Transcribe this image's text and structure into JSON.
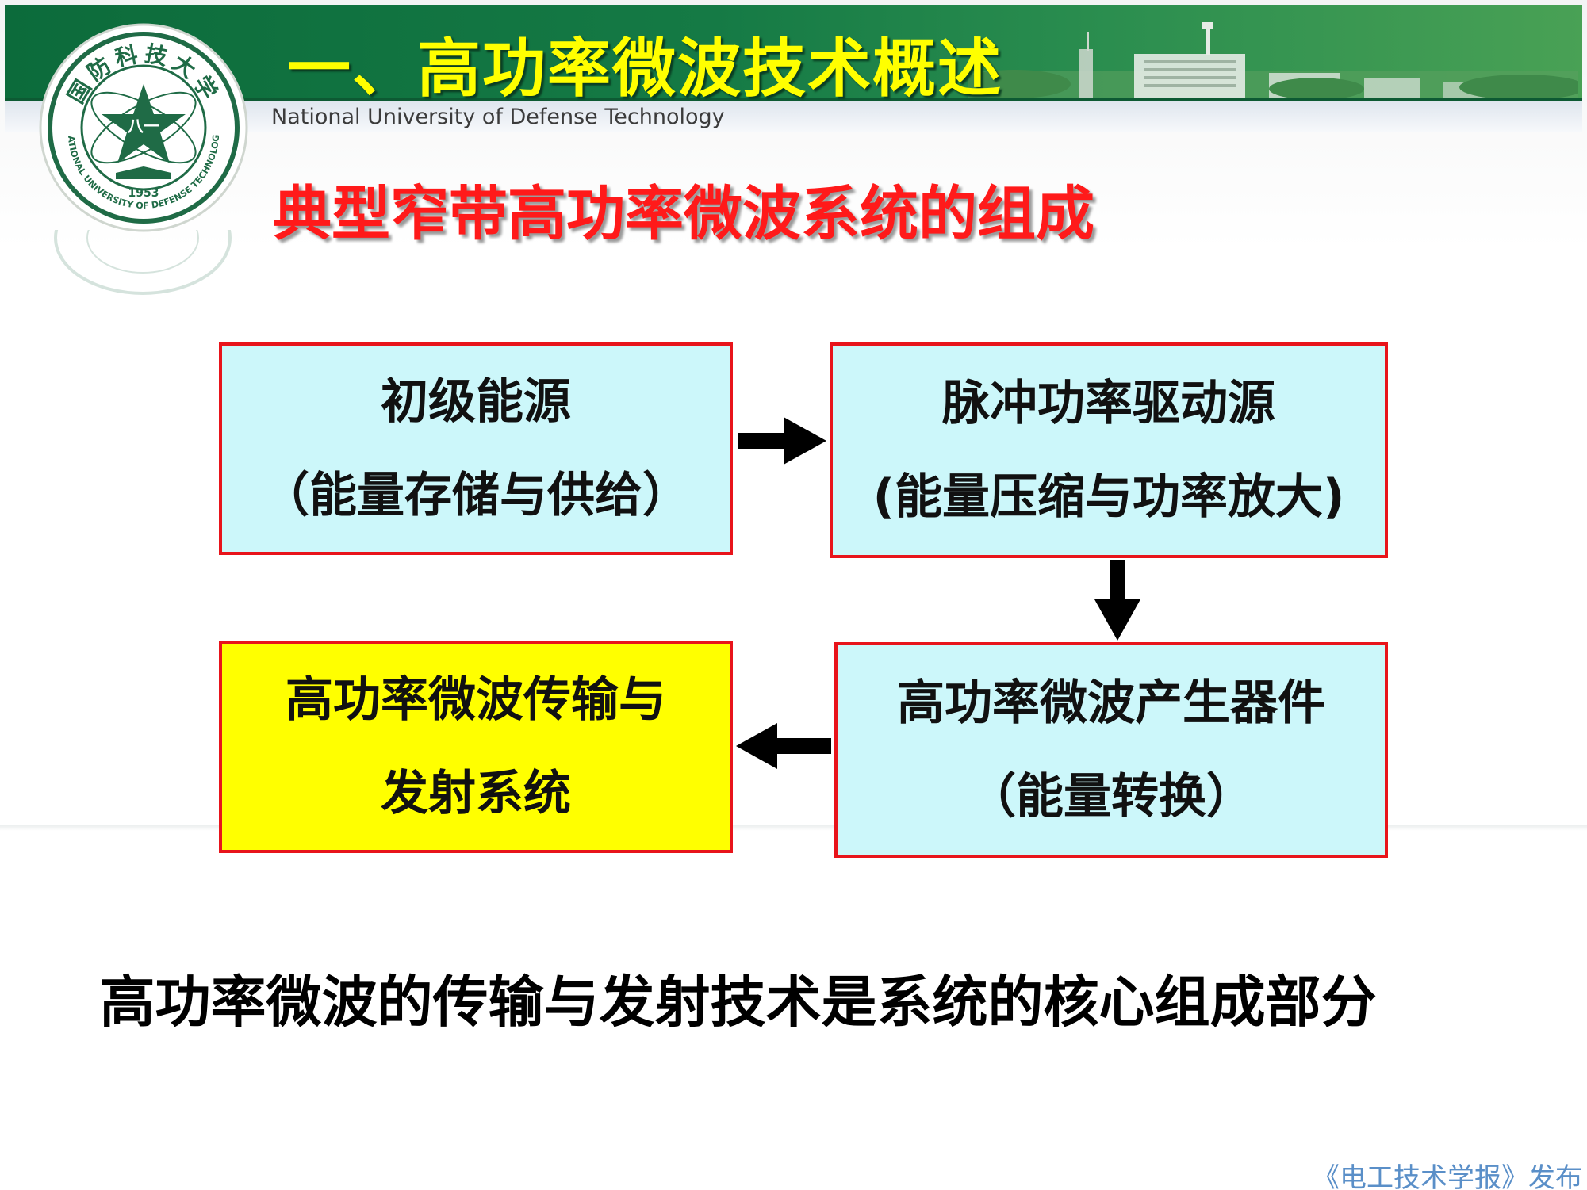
{
  "header": {
    "title": "一、高功率微波技术概述",
    "subtitle": "National University of Defense Technology",
    "emblem": {
      "icon": "university-emblem-icon",
      "top_text": "国防科技大学",
      "center_text": "八一",
      "year": "1953",
      "ring_text": "NATIONAL UNIVERSITY OF DEFENSE TECHNOLOGY"
    }
  },
  "heading": "典型窄带高功率微波系统的组成",
  "flow": {
    "primary_energy": {
      "line1": "初级能源",
      "line2": "（能量存储与供给）"
    },
    "pulse_driver": {
      "line1": "脉冲功率驱动源",
      "line2": "(能量压缩与功率放大)"
    },
    "hpm_generator": {
      "line1": "高功率微波产生器件",
      "line2": "（能量转换）"
    },
    "transmission": {
      "line1": "高功率微波传输与",
      "line2": "发射系统"
    }
  },
  "summary": "高功率微波的传输与发射技术是系统的核心组成部分",
  "footer": {
    "publisher": "《电工技术学报》发布"
  },
  "colors": {
    "banner_green": "#157a45",
    "title_yellow": "#ffff00",
    "heading_red": "#ff1a1a",
    "box_border_red": "#e8141b",
    "box_cyan": "#ccf7fa",
    "box_yellow": "#ffff00",
    "publisher_blue": "#5a8fc8"
  }
}
